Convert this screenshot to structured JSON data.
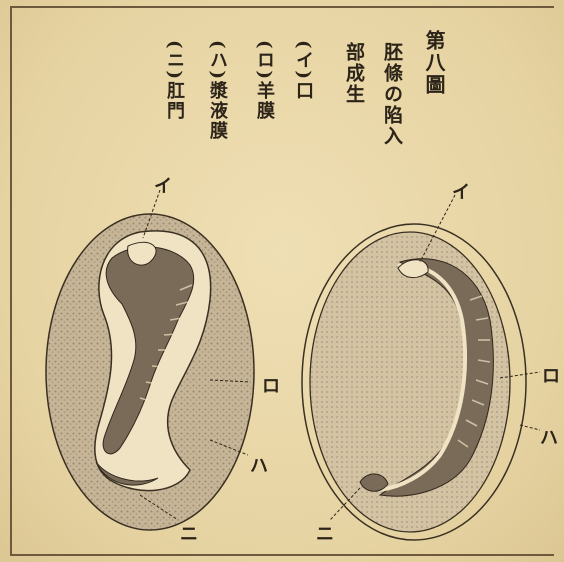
{
  "figure": {
    "title": "第八圖",
    "caption_line1": "胚條の陷入",
    "caption_line2": "部成生",
    "legend": {
      "mouth": "(イ)口",
      "amnion": "(ロ)羊膜",
      "serosa": "(ハ)漿液膜",
      "anus": "(ニ)肛門"
    }
  },
  "left_figure_labels": {
    "i": "イ",
    "ro": "ロ",
    "ha": "ハ",
    "ni": "ニ"
  },
  "right_figure_labels": {
    "i": "イ",
    "ro": "ロ",
    "ha": "ハ",
    "ni": "ニ"
  },
  "colors": {
    "paper": "#e8d6a8",
    "ink": "#2c2418",
    "stipple": "#a89884",
    "embryo": "#7a6a58"
  }
}
